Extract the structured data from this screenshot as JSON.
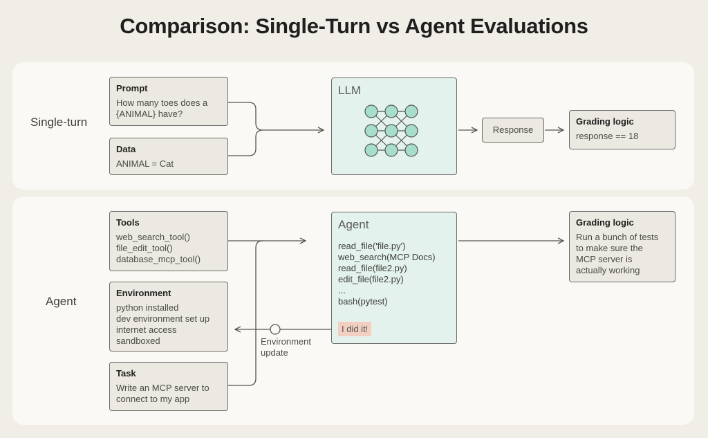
{
  "title": "Comparison: Single-Turn vs Agent Evaluations",
  "single_turn": {
    "label": "Single-turn",
    "prompt": {
      "heading": "Prompt",
      "lines": [
        "How many toes does a",
        "{ANIMAL} have?"
      ]
    },
    "data": {
      "heading": "Data",
      "lines": [
        "ANIMAL = Cat"
      ]
    },
    "llm": {
      "heading": "LLM"
    },
    "response": "Response",
    "grading": {
      "heading": "Grading logic",
      "lines": [
        "response == 18"
      ]
    }
  },
  "agent": {
    "label": "Agent",
    "tools": {
      "heading": "Tools",
      "lines": [
        "web_search_tool()",
        "file_edit_tool()",
        "database_mcp_tool()"
      ]
    },
    "environment": {
      "heading": "Environment",
      "lines": [
        "python installed",
        "dev environment set up",
        "internet access",
        "sandboxed"
      ]
    },
    "task": {
      "heading": "Task",
      "lines": [
        "Write an MCP server to",
        "connect to my app"
      ]
    },
    "agent_box": {
      "heading": "Agent",
      "lines": [
        "read_file('file.py')",
        "web_search(MCP Docs)",
        "read_file(file2.py)",
        "edit_file(file2.py)",
        "...",
        "bash(pytest)"
      ],
      "done": "I did it!"
    },
    "env_update": [
      "Environment",
      "update"
    ],
    "grading": {
      "heading": "Grading logic",
      "lines": [
        "Run a bunch of tests",
        "to make sure the",
        "MCP server is",
        "actually working"
      ]
    }
  },
  "colors": {
    "background": "#f0eee6",
    "panel": "#faf9f5",
    "box": "#ebe9e1",
    "model": "#e3f2ec",
    "node": "#a6ddcb",
    "highlight": "#f2cfc1"
  }
}
